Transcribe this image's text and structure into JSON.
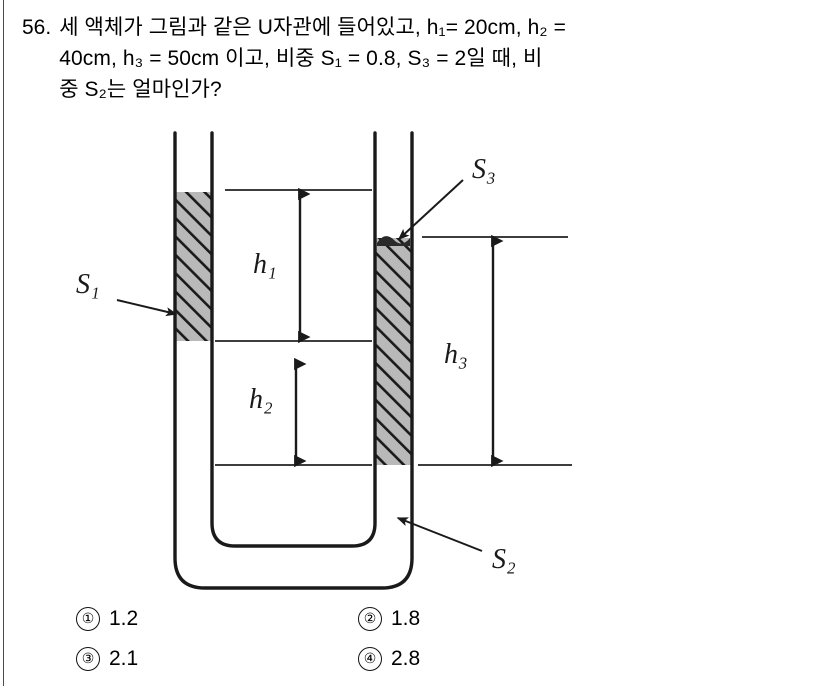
{
  "question": {
    "number": "56.",
    "lines": [
      "세 액체가 그림과 같은 U자관에 들어있고, h₁= 20cm, h₂ =",
      "40cm, h₃ = 50cm 이고, 비중 S₁ = 0.8, S₃ = 2일 때, 비",
      "중 S₂는 얼마인가?"
    ],
    "full_text": "56. 세 액체가 그림과 같은 U자관에 들어있고, h₁= 20cm, h₂ = 40cm, h₃ = 50cm 이고, 비중 S₁ = 0.8, S₃ = 2일 때, 비중 S₂는 얼마인가?"
  },
  "given_values": {
    "h1": "20cm",
    "h2": "40cm",
    "h3": "50cm",
    "S1": "0.8",
    "S3": "2",
    "unknown": "S2"
  },
  "figure": {
    "caption": "U-tube manometer with three liquids",
    "labels": {
      "h1": "h₁",
      "h2": "h₂",
      "h3": "h₃",
      "S1": "S₁",
      "S2": "S₂",
      "S3": "S₃"
    },
    "colors": {
      "ink": "#1a1a1a",
      "hatch_fill": "#b9b9b9",
      "hatch_line": "#1a1a1a",
      "rule": "#3d3d3d"
    }
  },
  "choices": [
    {
      "marker": "①",
      "label": "1.2"
    },
    {
      "marker": "②",
      "label": "1.8"
    },
    {
      "marker": "③",
      "label": "2.1"
    },
    {
      "marker": "④",
      "label": "2.8"
    }
  ]
}
